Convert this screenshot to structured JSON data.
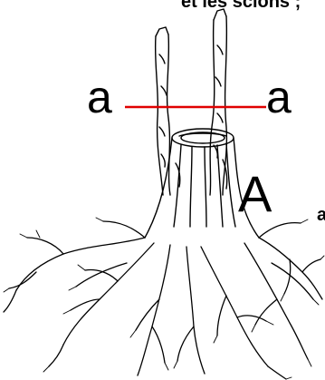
{
  "top_text": "et les scions ;",
  "side_text": "a",
  "labels": {
    "cut_left": "a",
    "cut_right": "a",
    "stump": "A"
  },
  "colors": {
    "cut_line": "#e00000",
    "ink": "#000000",
    "background": "#ffffff"
  }
}
